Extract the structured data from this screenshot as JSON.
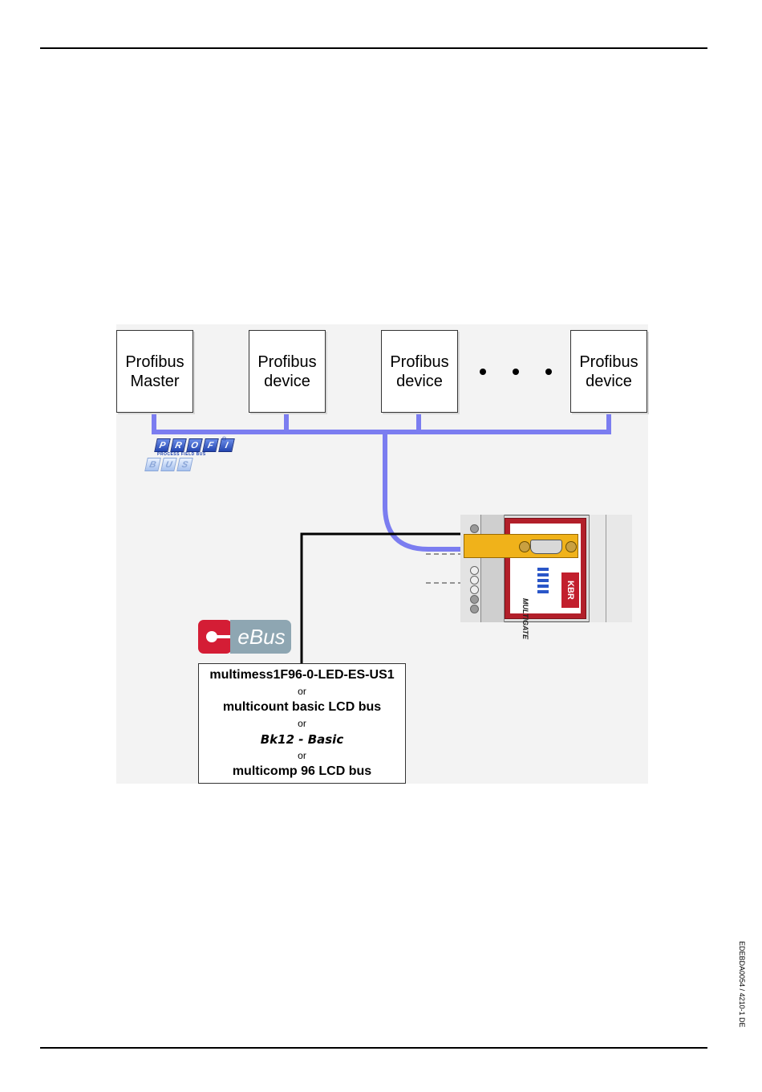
{
  "diagram": {
    "nodes": [
      {
        "line1": "Profibus",
        "line2": "Master"
      },
      {
        "line1": "Profibus",
        "line2": "device"
      },
      {
        "line1": "Profibus",
        "line2": "device"
      },
      {
        "line1": "Profibus",
        "line2": "device"
      }
    ],
    "profibus_logo": {
      "letters_top": [
        "P",
        "R",
        "O",
        "F",
        "I"
      ],
      "reg_mark": "®",
      "subtitle": "PROCESS FIELD BUS",
      "letters_bottom": [
        "B",
        "U",
        "S"
      ]
    },
    "ebus_logo": {
      "text": "eBus"
    },
    "compatible_devices": {
      "device1": "multimess1F96-0-LED-ES-US1",
      "sep1": "or",
      "device2": "multicount basic LCD bus",
      "sep2": "or",
      "device3": "Bk12 - Basic",
      "sep3": "or",
      "device4": "multicomp 96 LCD bus"
    },
    "gateway": {
      "product_label": "MULTIGATE",
      "brand": "KBR"
    },
    "colors": {
      "profibus_line": "#7b7df0",
      "ebus_line": "#000000",
      "connector": "#f0b21a",
      "gateway_face": "#b21f2a"
    }
  },
  "footer": {
    "document_code": "EDEBDA0054 / 4210-1 DE"
  }
}
